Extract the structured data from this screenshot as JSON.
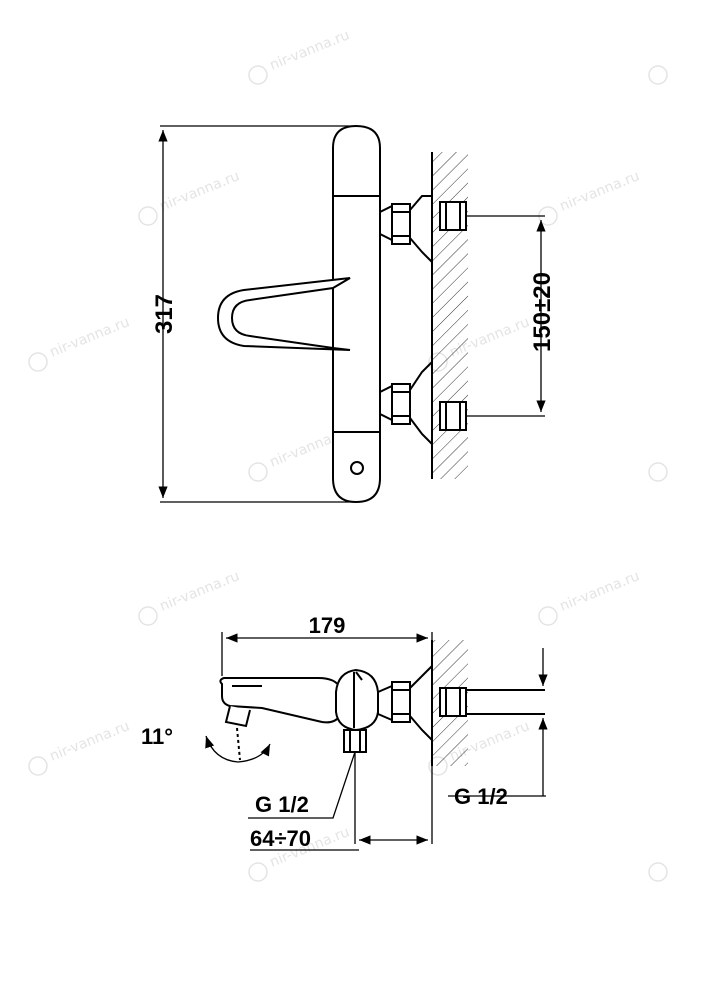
{
  "drawing": {
    "watermark_text": "nir-vanna.ru",
    "front_view": {
      "height_dimension": "317",
      "inlet_spacing_dimension": "150±20"
    },
    "side_view": {
      "length_dimension": "179",
      "spout_angle": "11°",
      "outlet_thread": "G 1/2",
      "inlet_thread": "G 1/2",
      "wall_distance_dimension": "64÷70"
    }
  }
}
